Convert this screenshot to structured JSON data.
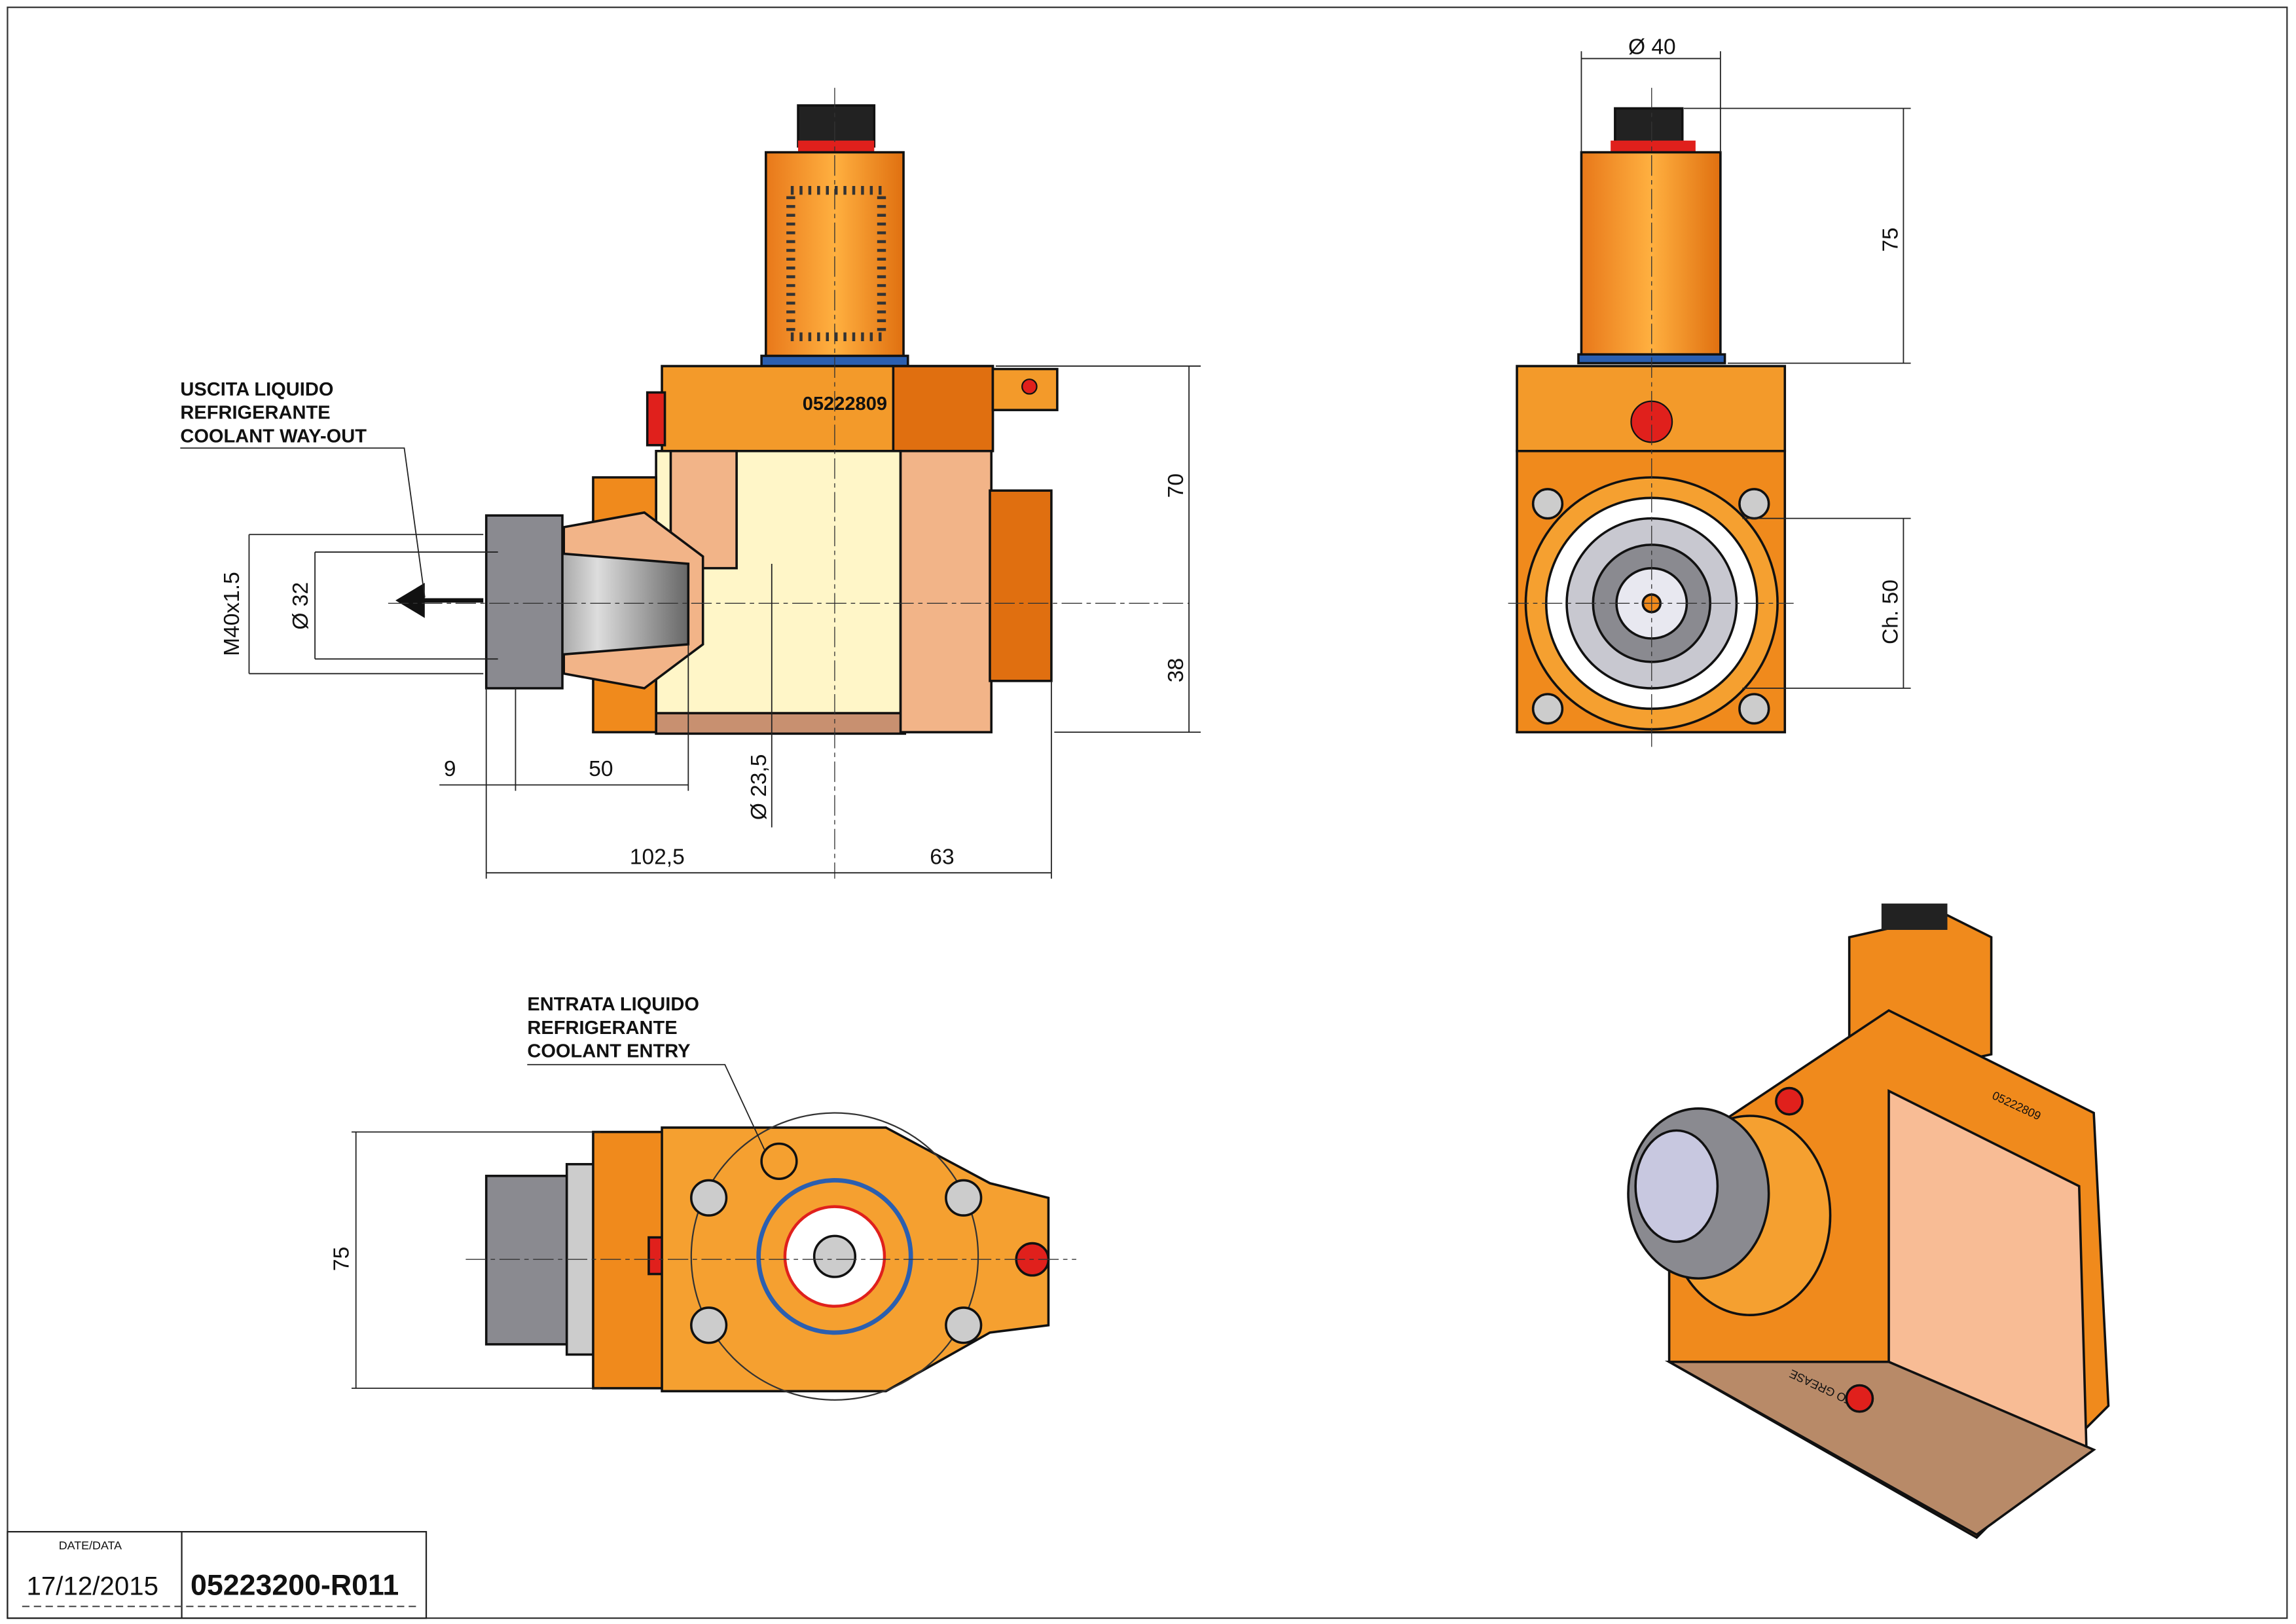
{
  "drawing": {
    "part_stamp": "05222809",
    "iso_stamp": "05222809",
    "grease_label": "TO GREASE",
    "title_block": {
      "date_label": "DATE/DATA",
      "date": "17/12/2015",
      "drawing_number": "05223200-R011"
    },
    "annotations": {
      "coolant_out": [
        "USCITA LIQUIDO",
        "REFRIGERANTE",
        "COOLANT WAY-OUT"
      ],
      "coolant_in": [
        "ENTRATA LIQUIDO",
        "REFRIGERANTE",
        "COOLANT ENTRY"
      ]
    },
    "dimensions": {
      "front": {
        "h_top": "70",
        "h_bottom": "38",
        "thread": "M40x1.5",
        "dia_32": "Ø 32",
        "d9": "9",
        "d50": "50",
        "dia_235": "Ø 23,5",
        "d1025": "102,5",
        "d63": "63"
      },
      "side": {
        "dia_40": "Ø 40",
        "h75": "75",
        "ch50": "Ch. 50"
      },
      "bottom": {
        "h75": "75"
      }
    },
    "colors": {
      "orange": "#f08a1c",
      "dark_orange": "#e06f10",
      "cream": "#fff6c8",
      "copper": "#f2b488",
      "red": "#e0201c",
      "grey": "#8a8a90"
    }
  }
}
